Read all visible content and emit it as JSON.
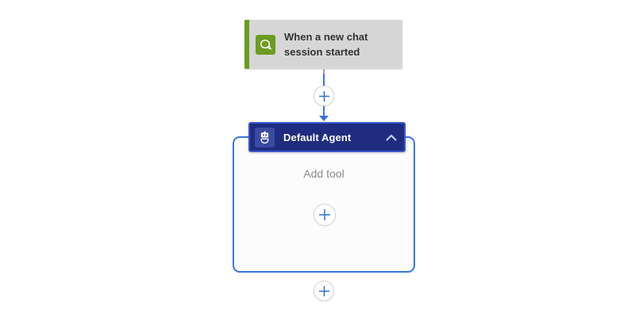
{
  "canvas": {
    "background": "#ffffff"
  },
  "trigger_card": {
    "title": "When a new chat session started",
    "icon": "chat-bubble",
    "accent_color": "#6c9c23",
    "background_color": "#d6d6d6",
    "text_color": "#333333"
  },
  "connector": {
    "line_color": "#3b74dc",
    "arrow": "arrow-down",
    "insert_button": {
      "icon": "plus",
      "glyph": "+",
      "color": "#2e6edd"
    }
  },
  "agent_card": {
    "header": {
      "title": "Default Agent",
      "icon": "bot",
      "background_color": "#202c80",
      "border_color": "#3c56c9",
      "collapse_icon": "chevron-up",
      "text_color": "#ffffff"
    },
    "body": {
      "placeholder": "Add tool",
      "add_tool_button": {
        "icon": "plus",
        "glyph": "+",
        "color": "#2e6edd"
      },
      "border_color": "#3976e3",
      "background_color": "#fcfcfc"
    }
  },
  "insert_after_button": {
    "icon": "plus",
    "glyph": "+",
    "color": "#2e6edd"
  }
}
